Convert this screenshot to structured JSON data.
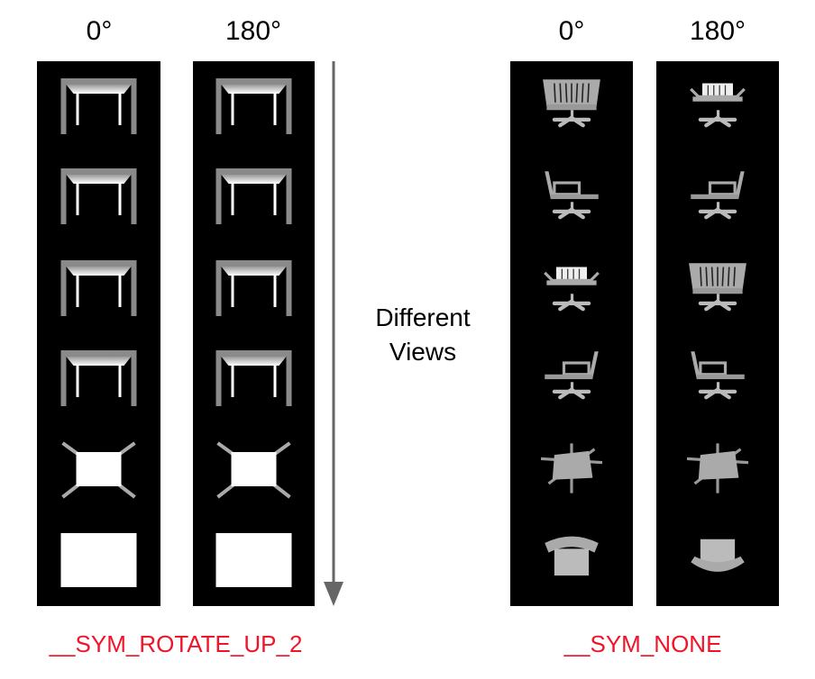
{
  "left_group": {
    "headers": [
      "0°",
      "180°"
    ],
    "label": "__SYM_ROTATE_UP_2",
    "columns": [
      [
        "table-front",
        "table-front",
        "table-front",
        "table-front",
        "table-top",
        "table-bottom"
      ],
      [
        "table-front",
        "table-front",
        "table-front",
        "table-front",
        "table-top",
        "table-bottom"
      ]
    ]
  },
  "right_group": {
    "headers": [
      "0°",
      "180°"
    ],
    "label": "__SYM_NONE",
    "columns": [
      [
        "chair-back",
        "chair-side-l",
        "chair-front",
        "chair-side-r",
        "chair-top",
        "chair-bottom"
      ],
      [
        "chair-front",
        "chair-side-r",
        "chair-back",
        "chair-side-l",
        "chair-top",
        "chair-bottom2"
      ]
    ]
  },
  "arrow": {
    "label_line1": "Different",
    "label_line2": "Views",
    "color": "#666666"
  }
}
